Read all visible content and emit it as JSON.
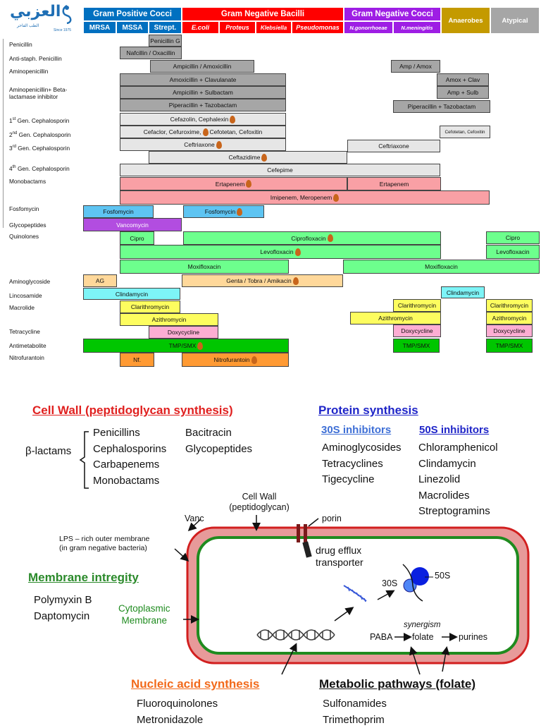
{
  "logo": {
    "name": "العزبي",
    "sub1": "الطب الفاخر",
    "sub2": "Since 1975"
  },
  "header": {
    "groups": [
      {
        "label": "Gram Positive Cocci",
        "color": "#0070c0"
      },
      {
        "label": "Gram Negative Bacilli",
        "color": "#ff0000"
      },
      {
        "label": "Gram Negative Cocci",
        "color": "#9e1ee4"
      },
      {
        "label": "Anaerobes",
        "color": "#c49a00"
      },
      {
        "label": "Atypical",
        "color": "#a6a6a6"
      }
    ],
    "subs": [
      "MRSA",
      "MSSA",
      "Strept.",
      "E.coli",
      "Proteus",
      "Klebsiella",
      "Pseudomonas",
      "N.gonorrhoeae",
      "N.meningitis"
    ]
  },
  "rows": {
    "penicillin": "Penicillin",
    "antistaph": "Anti-staph. Penicillin",
    "aminopen": "Aminopenicillin",
    "aminopen_bli_1": "Aminopenicillin+ Beta-",
    "aminopen_bli_2": "lactamase inhibitor",
    "ceph1_sup": "st",
    "ceph2_sup": "nd",
    "ceph3_sup": "rd",
    "ceph4_sup": "th",
    "ceph1_n": "1",
    "ceph2_n": "2",
    "ceph3_n": "3",
    "ceph4_n": "4",
    "ceph_word": "Gen. Cephalosporin",
    "monobactams": "Monobactams",
    "fosfomycin": "Fosfomycin",
    "glycopeptides": "Glycopeptides",
    "quinolones": "Quinolones",
    "aminoglycoside": "Aminoglycoside",
    "lincosamide": "Lincosamide",
    "macrolide": "Macrolide",
    "tetracycline": "Tetracycline",
    "antimetabolite": "Antimetabolite",
    "nitrofurantoin": "Nitrofurantoin"
  },
  "bars": {
    "penicillin_g": "Penicillin G",
    "nafcillin": "Nafcillin / Oxacillin",
    "ampicillin": "Ampicillin / Amoxicillin",
    "amp_amox": "Amp / Amox",
    "amox_clav": "Amoxicillin + Clavulanate",
    "amox_clav_b": "Amox + Clav",
    "amp_sulb": "Ampicillin + Sulbactam",
    "amp_sulb_b": "Amp + Sulb",
    "pip_tazo": "Piperacillin + Tazobactam",
    "pip_tazo_b": "Piperacillin + Tazobactam",
    "cefazolin": "Cefazolin,   Cephalexin",
    "cefaclor": "Cefaclor, Cefuroxime,",
    "cefotetan": "Cefotetan, Cefoxitin",
    "cefotetan_b": "Cefotetan, Cefoxitin",
    "ceftriaxone": "Ceftriaxone",
    "ceftriaxone_b": "Ceftriaxone",
    "ceftazidime": "Ceftazidime",
    "cefepime": "Cefepime",
    "ertapenem": "Ertapenem",
    "ertapenem_b": "Ertapenem",
    "imipenem": "Imipenem, Meropenem",
    "fosfomycin_a": "Fosfomycin",
    "fosfomycin_b": "Fosfomycin",
    "vancomycin": "Vancomycin",
    "cipro": "Cipro",
    "ciprofloxacin": "Ciprofloxacin",
    "cipro_b": "Cipro",
    "levofloxacin": "Levofloxacin",
    "levofloxacin_b": "Levofloxacin",
    "moxifloxacin": "Moxifloxacin",
    "moxifloxacin_b": "Moxifloxacin",
    "ag": "AG",
    "genta": "Genta / Tobra / Amikacin",
    "clindamycin": "Clindamycin",
    "clindamycin_b": "Clindamycin",
    "clarithromycin": "Clarithromycin",
    "clarithromycin_b": "Clarithromycin",
    "clarithromycin_c": "Clarithromycin",
    "azithromycin": "Azithromycin",
    "azithromycin_b": "Azithromycin",
    "azithromycin_c": "Azithromycin",
    "doxycycline": "Doxycycline",
    "doxycycline_b": "Doxycycline",
    "doxycycline_c": "Doxycycline",
    "tmp": "TMP/SMX",
    "tmp_b": "TMP/SMX",
    "tmp_c": "TMP/SMX",
    "nf": "Nf.",
    "nitrofurantoin": "Nitrofurantoin"
  },
  "mech": {
    "cell_wall_title": "Cell Wall (peptidoglycan synthesis)",
    "beta_lactams": "β-lactams",
    "bl_list": [
      "Penicillins",
      "Cephalosporins",
      "Carbapenems",
      "Monobactams"
    ],
    "cw_list": [
      "Bacitracin",
      "Glycopeptides"
    ],
    "protein_title": "Protein synthesis",
    "s30_title": "30S inhibitors",
    "s50_title": "50S inhibitors",
    "s30_list": [
      "Aminoglycosides",
      "Tetracyclines",
      "Tigecycline"
    ],
    "s50_list": [
      "Chloramphenicol",
      "Clindamycin",
      "Linezolid",
      "Macrolides",
      "Streptogramins"
    ],
    "membrane_title": "Membrane intregity",
    "membrane_list": [
      "Polymyxin B",
      "Daptomycin"
    ],
    "nucleic_title": "Nucleic acid synthesis",
    "nucleic_list": [
      "Fluoroquinolones",
      "Metronidazole"
    ],
    "metabolic_title": "Metabolic pathways (folate)",
    "metabolic_list": [
      "Sulfonamides",
      "Trimethoprim"
    ],
    "cell_wall_lbl1": "Cell Wall",
    "cell_wall_lbl2": "(peptidoglycan)",
    "vanc": "Vanc",
    "porin": "porin",
    "lps1": "LPS – rich outer membrane",
    "lps2": "(in gram negative bacteria)",
    "efflux1": "drug efflux",
    "efflux2": "transporter",
    "cyto1": "Cytoplasmic",
    "cyto2": "Membrane",
    "s30": "30S",
    "s50": "50S",
    "synergism": "synergism",
    "paba": "PABA",
    "folate": "folate",
    "purines": "purines"
  }
}
